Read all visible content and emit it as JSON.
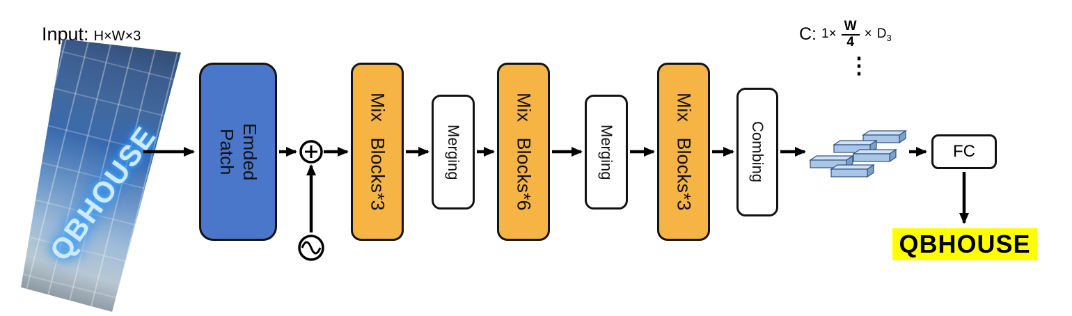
{
  "colors": {
    "blue_block": "#4a77c9",
    "orange_block": "#f6b445",
    "highlight": "#ffff00",
    "arrow": "#000000"
  },
  "input": {
    "label": "Input:",
    "dims": "H×W×3",
    "dots": "⋮",
    "sign_text": "QBHOUSE"
  },
  "pipeline": {
    "patch_embed": {
      "line1": "Patch",
      "line2": "Emded"
    },
    "stages": [
      {
        "label": "Mix Blocks*3"
      },
      {
        "label": "Merging"
      },
      {
        "label": "Mix Blocks*6"
      },
      {
        "label": "Merging"
      },
      {
        "label": "Mix Blocks*3"
      },
      {
        "label": "Combing"
      }
    ]
  },
  "output": {
    "c_prefix": "C:",
    "c_one": "1×",
    "frac_num": "W",
    "frac_den": "4",
    "c_times": "×",
    "dim": "D",
    "dim_sub": "3",
    "dots": "⋮",
    "fc_label": "FC",
    "prediction": "QBHOUSE"
  }
}
